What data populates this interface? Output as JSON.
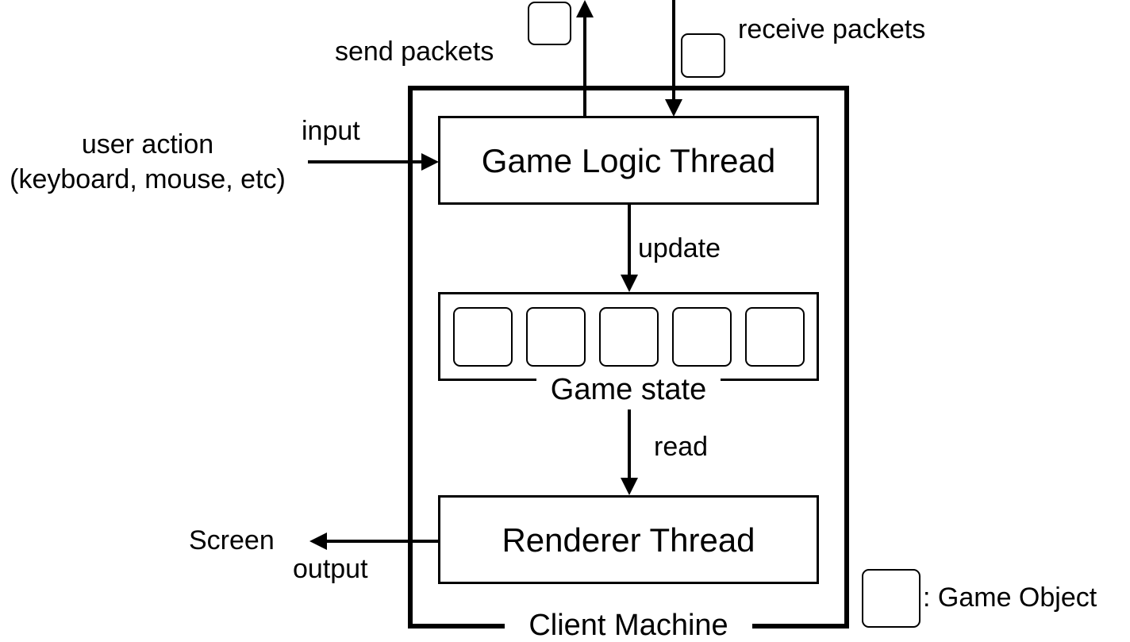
{
  "diagram": {
    "client_machine_label": "Client Machine",
    "game_logic_label": "Game Logic Thread",
    "renderer_label": "Renderer Thread",
    "game_state_label": "Game state",
    "game_state_object_count": 5,
    "edges": {
      "send_packets": "send packets",
      "receive_packets": "receive packets",
      "input": "input",
      "user_action": "user action",
      "user_action_devices": "(keyboard, mouse, etc)",
      "update": "update",
      "read": "read",
      "screen": "Screen",
      "output": "output"
    },
    "legend": {
      "game_object": ": Game Object"
    }
  }
}
